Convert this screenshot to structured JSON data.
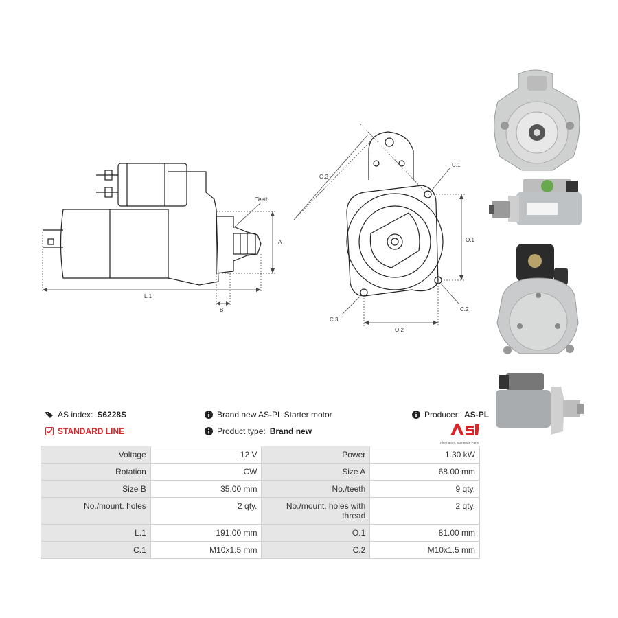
{
  "diagram": {
    "side_labels": {
      "teeth": "Teeth",
      "a": "A",
      "l1": "L.1",
      "b": "B"
    },
    "front_labels": {
      "o3": "O.3",
      "c1": "C.1",
      "o1": "O.1",
      "c2": "C.2",
      "c3": "C.3",
      "o2": "O.2"
    }
  },
  "info": {
    "as_index_label": "AS index:",
    "as_index_value": "S6228S",
    "description": "Brand new AS-PL Starter motor",
    "producer_label": "Producer:",
    "producer_value": "AS-PL",
    "line_label": "STANDARD LINE",
    "product_type_label": "Product type:",
    "product_type_value": "Brand new",
    "logo_tagline": "Alternators, Starters & Parts"
  },
  "specs": [
    [
      "Voltage",
      "12 V",
      "Power",
      "1.30 kW"
    ],
    [
      "Rotation",
      "CW",
      "Size A",
      "68.00 mm"
    ],
    [
      "Size B",
      "35.00 mm",
      "No./teeth",
      "9 qty."
    ],
    [
      "No./mount. holes",
      "2 qty.",
      "No./mount. holes with thread",
      "2 qty."
    ],
    [
      "L.1",
      "191.00 mm",
      "O.1",
      "81.00 mm"
    ],
    [
      "C.1",
      "M10x1.5 mm",
      "C.2",
      "M10x1.5 mm"
    ]
  ],
  "colors": {
    "standard_line": "#d9262b",
    "logo_red": "#d9262b",
    "table_label_bg": "#e6e6e6"
  }
}
